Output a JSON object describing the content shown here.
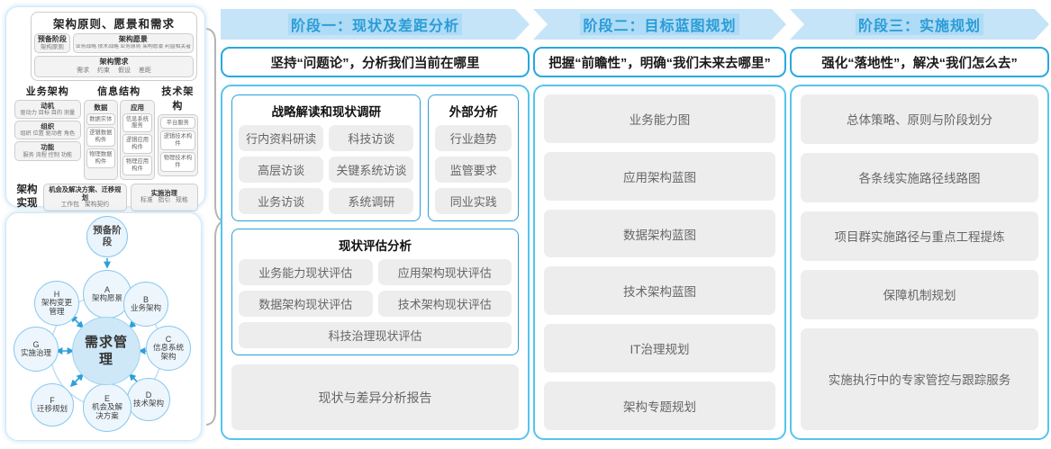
{
  "colors": {
    "accent_blue": "#2A9CD7",
    "band_fill": "#C5E4F7",
    "box_border_cyan": "#55C4EF",
    "chip_gray": "#EDEDED",
    "arrow_blue": "#2E9FD9"
  },
  "left_top": {
    "title": "架构原则、愿景和需求",
    "prep_title": "预备阶段",
    "prep_body": "架构原则",
    "vision_title": "架构愿景",
    "vision_body": "业务战略 技术战略 业务原则 架构愿景 利益相关者",
    "req_title": "架构需求",
    "req_body": "需求 约束 假设 差距",
    "business_title": "业务架构",
    "business_items": [
      {
        "title": "动机",
        "body": "驱动力 目标 目的 测量"
      },
      {
        "title": "组织",
        "body": "组织 位置 驱动者 角色"
      },
      {
        "title": "功能",
        "body": "服务 流程 控制 功能"
      }
    ],
    "info_title": "信息结构",
    "data_title": "数据",
    "data_items": [
      "数据实体",
      "逻辑数据构件",
      "物理数据构件"
    ],
    "app_title": "应用",
    "app_items": [
      "信息系统服务",
      "逻辑应用构件",
      "物理应用构件"
    ],
    "tech_title": "技术架构",
    "tech_items": [
      "平台服务",
      "逻辑技术构件",
      "物理技术构件"
    ],
    "realization_label": "架构实现",
    "realization_boxes": [
      {
        "title": "机会及解决方案、迁移规划",
        "body": "工作包 架构契约"
      },
      {
        "title": "实施治理",
        "body": "标准 指引 规格"
      }
    ]
  },
  "adm": {
    "prep": "预备阶段",
    "center": "需求管理",
    "nodes": [
      {
        "letter": "A",
        "label": "架构愿景"
      },
      {
        "letter": "B",
        "label": "业务架构"
      },
      {
        "letter": "C",
        "label": "信息系统架构"
      },
      {
        "letter": "D",
        "label": "技术架构"
      },
      {
        "letter": "E",
        "label": "机会及解决方案"
      },
      {
        "letter": "F",
        "label": "迁移规划"
      },
      {
        "letter": "G",
        "label": "实施治理"
      },
      {
        "letter": "H",
        "label": "架构变更管理"
      }
    ]
  },
  "phases": [
    {
      "header": "阶段一：现状及差距分析",
      "subtitle": "坚持“问题论”，分析我们当前在哪里",
      "strategy_title": "战略解读和现状调研",
      "strategy_chips": [
        "行内资料研读",
        "科技访谈",
        "高层访谈",
        "关键系统访谈",
        "业务访谈",
        "系统调研"
      ],
      "external_title": "外部分析",
      "external_chips": [
        "行业趋势",
        "监管要求",
        "同业实践"
      ],
      "assessment_title": "现状评估分析",
      "assessment_chips": [
        "业务能力现状评估",
        "应用架构现状评估",
        "数据架构现状评估",
        "技术架构现状评估",
        "科技治理现状评估"
      ],
      "report": "现状与差异分析报告"
    },
    {
      "header": "阶段二：目标蓝图规划",
      "subtitle": "把握“前瞻性”，明确“我们未来去哪里”",
      "items": [
        "业务能力图",
        "应用架构蓝图",
        "数据架构蓝图",
        "技术架构蓝图",
        "IT治理规划",
        "架构专题规划"
      ]
    },
    {
      "header": "阶段三：实施规划",
      "subtitle": "强化“落地性”，解决“我们怎么去”",
      "items": [
        "总体策略、原则与阶段划分",
        "各条线实施路径线路图",
        "项目群实施路径与重点工程提炼",
        "保障机制规划",
        "实施执行中的专家管控与跟踪服务"
      ]
    }
  ]
}
